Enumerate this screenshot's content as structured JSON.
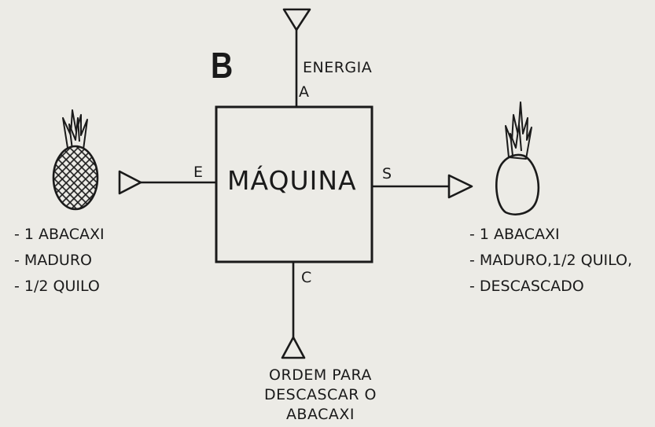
{
  "panel_label": "B",
  "machine": {
    "title": "MÁQUINA",
    "port_top": "A",
    "port_left": "E",
    "port_right": "S",
    "port_bottom": "C"
  },
  "energy_label": "ENERGIA",
  "input": {
    "lines": [
      "- 1 ABACAXI",
      "- MADURO",
      "- 1/2 QUILO"
    ]
  },
  "output": {
    "lines": [
      "- 1 ABACAXI",
      "- MADURO,1/2 QUILO,",
      "- DESCASCADO"
    ]
  },
  "order": {
    "lines": [
      "ORDEM PARA",
      "DESCASCAR O",
      "ABACAXI"
    ]
  },
  "icons": {
    "input_image": "whole-pineapple-icon",
    "output_image": "peeled-pineapple-icon"
  },
  "colors": {
    "background": "#ecebe6",
    "ink": "#1a1a1a"
  }
}
